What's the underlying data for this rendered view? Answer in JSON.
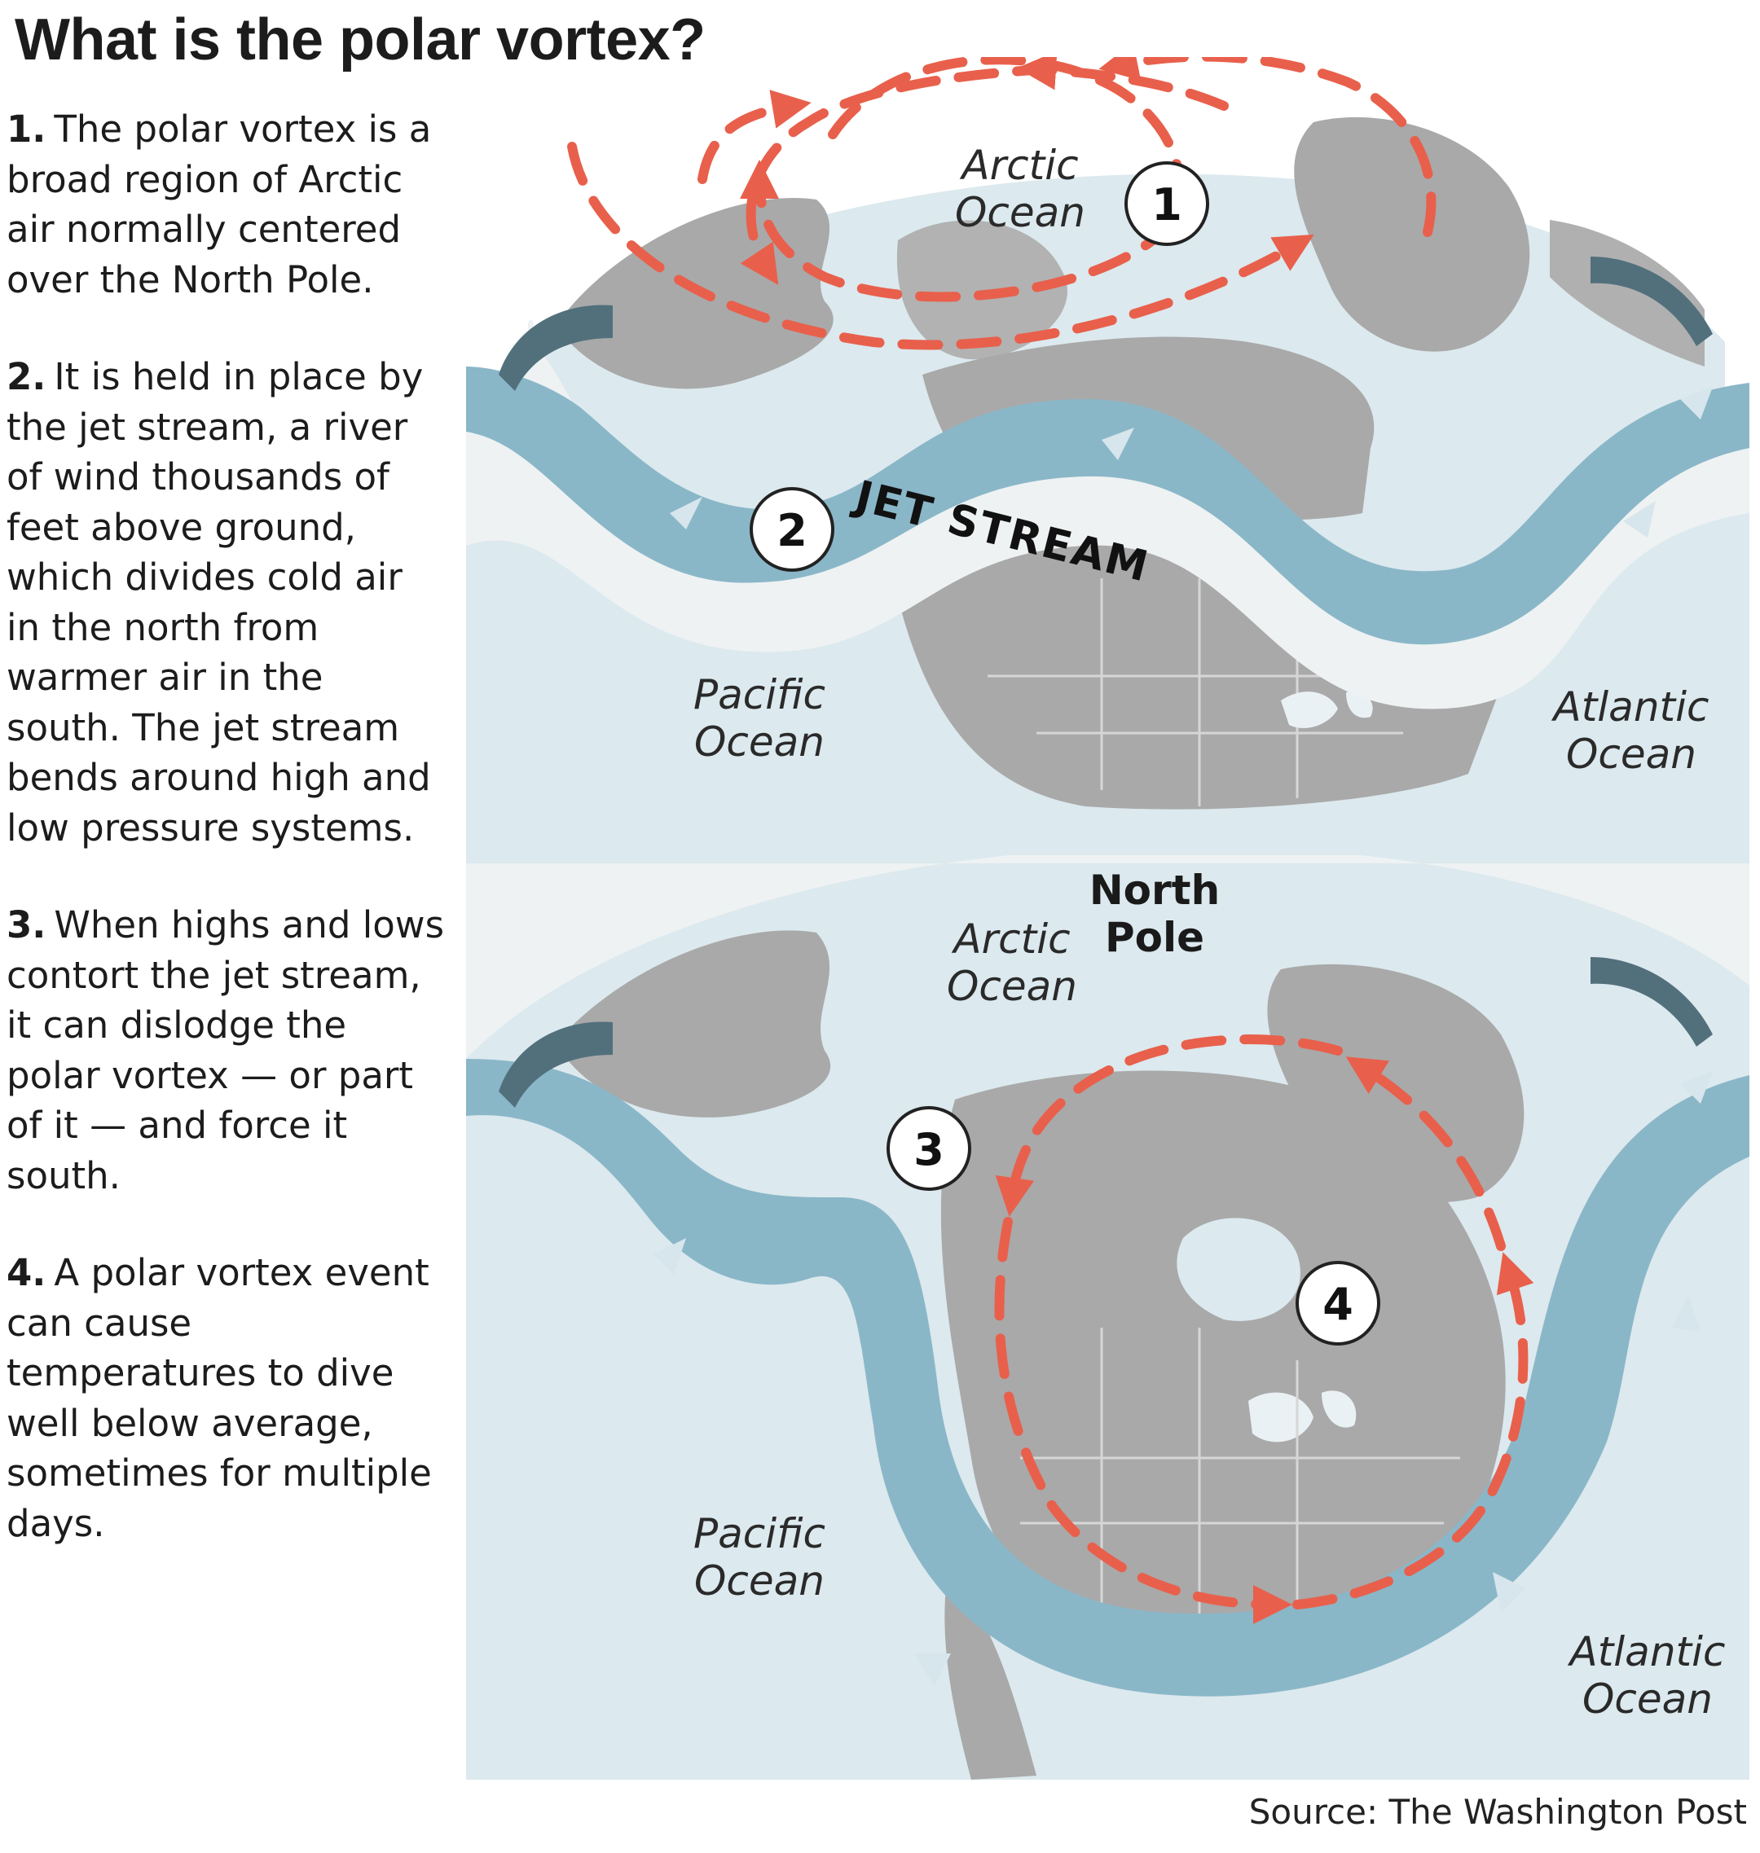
{
  "title": "What is the polar vortex?",
  "steps": [
    {
      "number": "1.",
      "text": "The polar vortex is a broad region of Arctic air normally centered over the North Pole."
    },
    {
      "number": "2.",
      "text": "It is held in place by the jet stream, a river of wind thousands of feet above ground, which divides cold air in the north from warmer air in the south. The jet stream bends around high and low pressure systems."
    },
    {
      "number": "3.",
      "text": "When highs and lows contort the jet stream, it can dislodge the polar vortex — or part of it — and force it south."
    },
    {
      "number": "4.",
      "text": "A polar vortex event can cause temperatures to dive well below average, sometimes for multiple days."
    }
  ],
  "top_map": {
    "arctic_line1": "Arctic",
    "arctic_line2": "Ocean",
    "pacific_line1": "Pacific",
    "pacific_line2": "Ocean",
    "atlantic_line1": "Atlantic",
    "atlantic_line2": "Ocean",
    "jet_stream_label": "JET STREAM",
    "badge_1": "1",
    "badge_2": "2"
  },
  "bottom_map": {
    "north_pole_line1": "North",
    "north_pole_line2": "Pole",
    "arctic_line1": "Arctic",
    "arctic_line2": "Ocean",
    "pacific_line1": "Pacific",
    "pacific_line2": "Ocean",
    "atlantic_line1": "Atlantic",
    "atlantic_line2": "Ocean",
    "badge_3": "3",
    "badge_4": "4"
  },
  "source": "Source: The Washington Post",
  "colors": {
    "ocean": "#dce9ee",
    "land": "#a9a9a9",
    "jet_stream": "#8ab7c8",
    "jet_edge": "#eef2f3",
    "vortex_arrow": "#e8604c"
  }
}
